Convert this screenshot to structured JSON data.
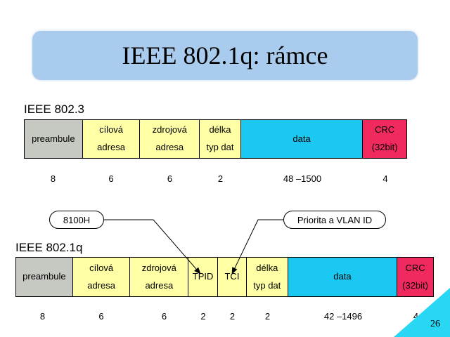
{
  "title": "IEEE 802.1q: rámce",
  "frame1": {
    "label": "IEEE 802.3",
    "fields": [
      {
        "lines": [
          "preambule"
        ],
        "size": "8",
        "color": "#c6c8c2"
      },
      {
        "lines": [
          "cílová",
          "adresa"
        ],
        "size": "6",
        "color": "#ffffa6"
      },
      {
        "lines": [
          "zdrojová",
          "adresa"
        ],
        "size": "6",
        "color": "#ffffa6"
      },
      {
        "lines": [
          "délka",
          "typ dat"
        ],
        "size": "2",
        "color": "#ffffa6"
      },
      {
        "lines": [
          "data"
        ],
        "size": "48 –1500",
        "color": "#1ac8f2"
      },
      {
        "lines": [
          "CRC",
          "(32bit)"
        ],
        "size": "4",
        "color": "#f02a5e"
      }
    ]
  },
  "frame2": {
    "label": "IEEE 802.1q",
    "fields": [
      {
        "lines": [
          "preambule"
        ],
        "size": "8",
        "color": "#c6c8c2"
      },
      {
        "lines": [
          "cílová",
          "adresa"
        ],
        "size": "6",
        "color": "#ffffa6"
      },
      {
        "lines": [
          "zdrojová",
          "adresa"
        ],
        "size": "6",
        "color": "#ffffa6"
      },
      {
        "lines": [
          "TPID"
        ],
        "size": "2",
        "color": "#ffffa6"
      },
      {
        "lines": [
          "TCI"
        ],
        "size": "2",
        "color": "#ffffa6"
      },
      {
        "lines": [
          "délka",
          "typ dat"
        ],
        "size": "2",
        "color": "#ffffa6"
      },
      {
        "lines": [
          "data"
        ],
        "size": "42 –1496",
        "color": "#1ac8f2"
      },
      {
        "lines": [
          "CRC",
          "(32bit)"
        ],
        "size": "4",
        "color": "#f02a5e"
      }
    ]
  },
  "callouts": {
    "tpid": "8100H",
    "tci": "Priorita a VLAN ID"
  },
  "page_number": "26",
  "corner_color": "#29d6f4"
}
